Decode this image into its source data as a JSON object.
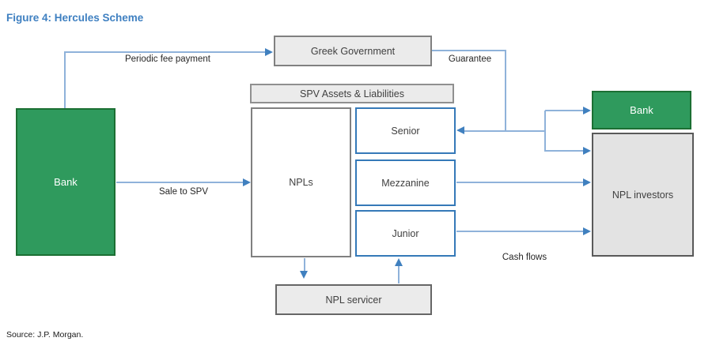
{
  "title": "Figure 4: Hercules Scheme",
  "source": "Source: J.P. Morgan.",
  "colors": {
    "title-blue": "#3f80c1",
    "line-blue": "#8fb2da",
    "arrow-blue": "#4080bf",
    "tranche-border-blue": "#3579b8",
    "green-fill": "#2f9a5d",
    "green-border": "#1c6f33",
    "gray-fill": "#ebebeb",
    "gray-fill-dark": "#e3e3e3",
    "gray-border": "#808080",
    "gray-border-dark": "#595959",
    "text-dark": "#404040",
    "label-dark": "#262626"
  },
  "nodes": {
    "bank_left": "Bank",
    "greek_government": "Greek Government",
    "spv_header": "SPV Assets & Liabilities",
    "npls": "NPLs",
    "senior": "Senior",
    "mezzanine": "Mezzanine",
    "junior": "Junior",
    "npl_servicer": "NPL servicer",
    "bank_right": "Bank",
    "npl_investors": "NPL investors"
  },
  "edges": {
    "periodic_fee_label": "Periodic fee payment",
    "guarantee_label": "Guarantee",
    "sale_to_spv_label": "Sale to SPV",
    "cash_flows_label": "Cash flows"
  }
}
